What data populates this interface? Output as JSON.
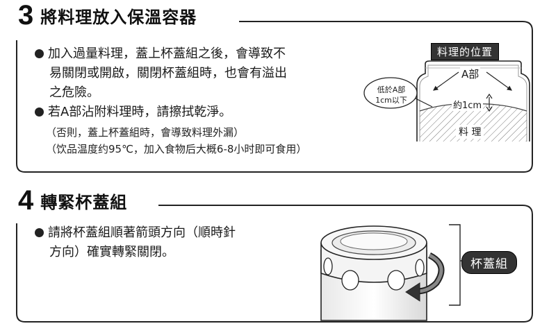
{
  "step3": {
    "number": "3",
    "title": "將料理放入保溫容器",
    "bullet1_line1": "加入過量料理，蓋上杯蓋組之後，會導致不",
    "bullet1_line2": "易關閉或開啟，關閉杯蓋組時，也會有溢出",
    "bullet1_line3": "之危險。",
    "bullet2_line1": "若A部沾附料理時，請擦拭乾淨。",
    "note1": "（否則，蓋上杯蓋組時，會導致料理外漏）",
    "note2": "（饮品温度约95℃，加入食物后大概6-8小时即可食用）",
    "figure": {
      "tag": "料理的位置",
      "label_a": "A部",
      "callout_line1": "低於A部",
      "callout_line2": "1cm以下",
      "measure": "約1cm",
      "food_label": "料 理"
    }
  },
  "step4": {
    "number": "4",
    "title": "轉緊杯蓋組",
    "bullet1_line1": "請將杯蓋組順著箭頭方向（順時針",
    "bullet1_line2": "方向）確實轉緊關閉。",
    "figure": {
      "tag": "杯蓋組"
    }
  },
  "colors": {
    "ink": "#222222",
    "tag_bg": "#333333",
    "paper": "#ffffff"
  }
}
